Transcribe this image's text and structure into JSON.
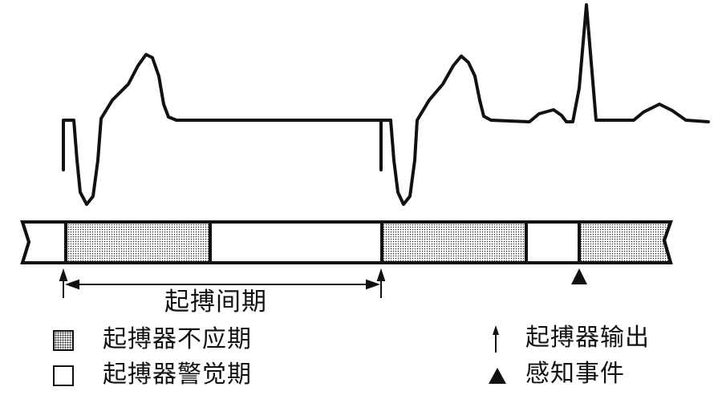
{
  "interval_label": "起搏间期",
  "legend": {
    "refractory": "起搏器不应期",
    "alert": "起搏器警觉期",
    "pacer_output": "起搏器输出",
    "sensed_event": "感知事件"
  },
  "colors": {
    "ink": "#111111",
    "stipple": "#222222",
    "background": "#ffffff"
  }
}
